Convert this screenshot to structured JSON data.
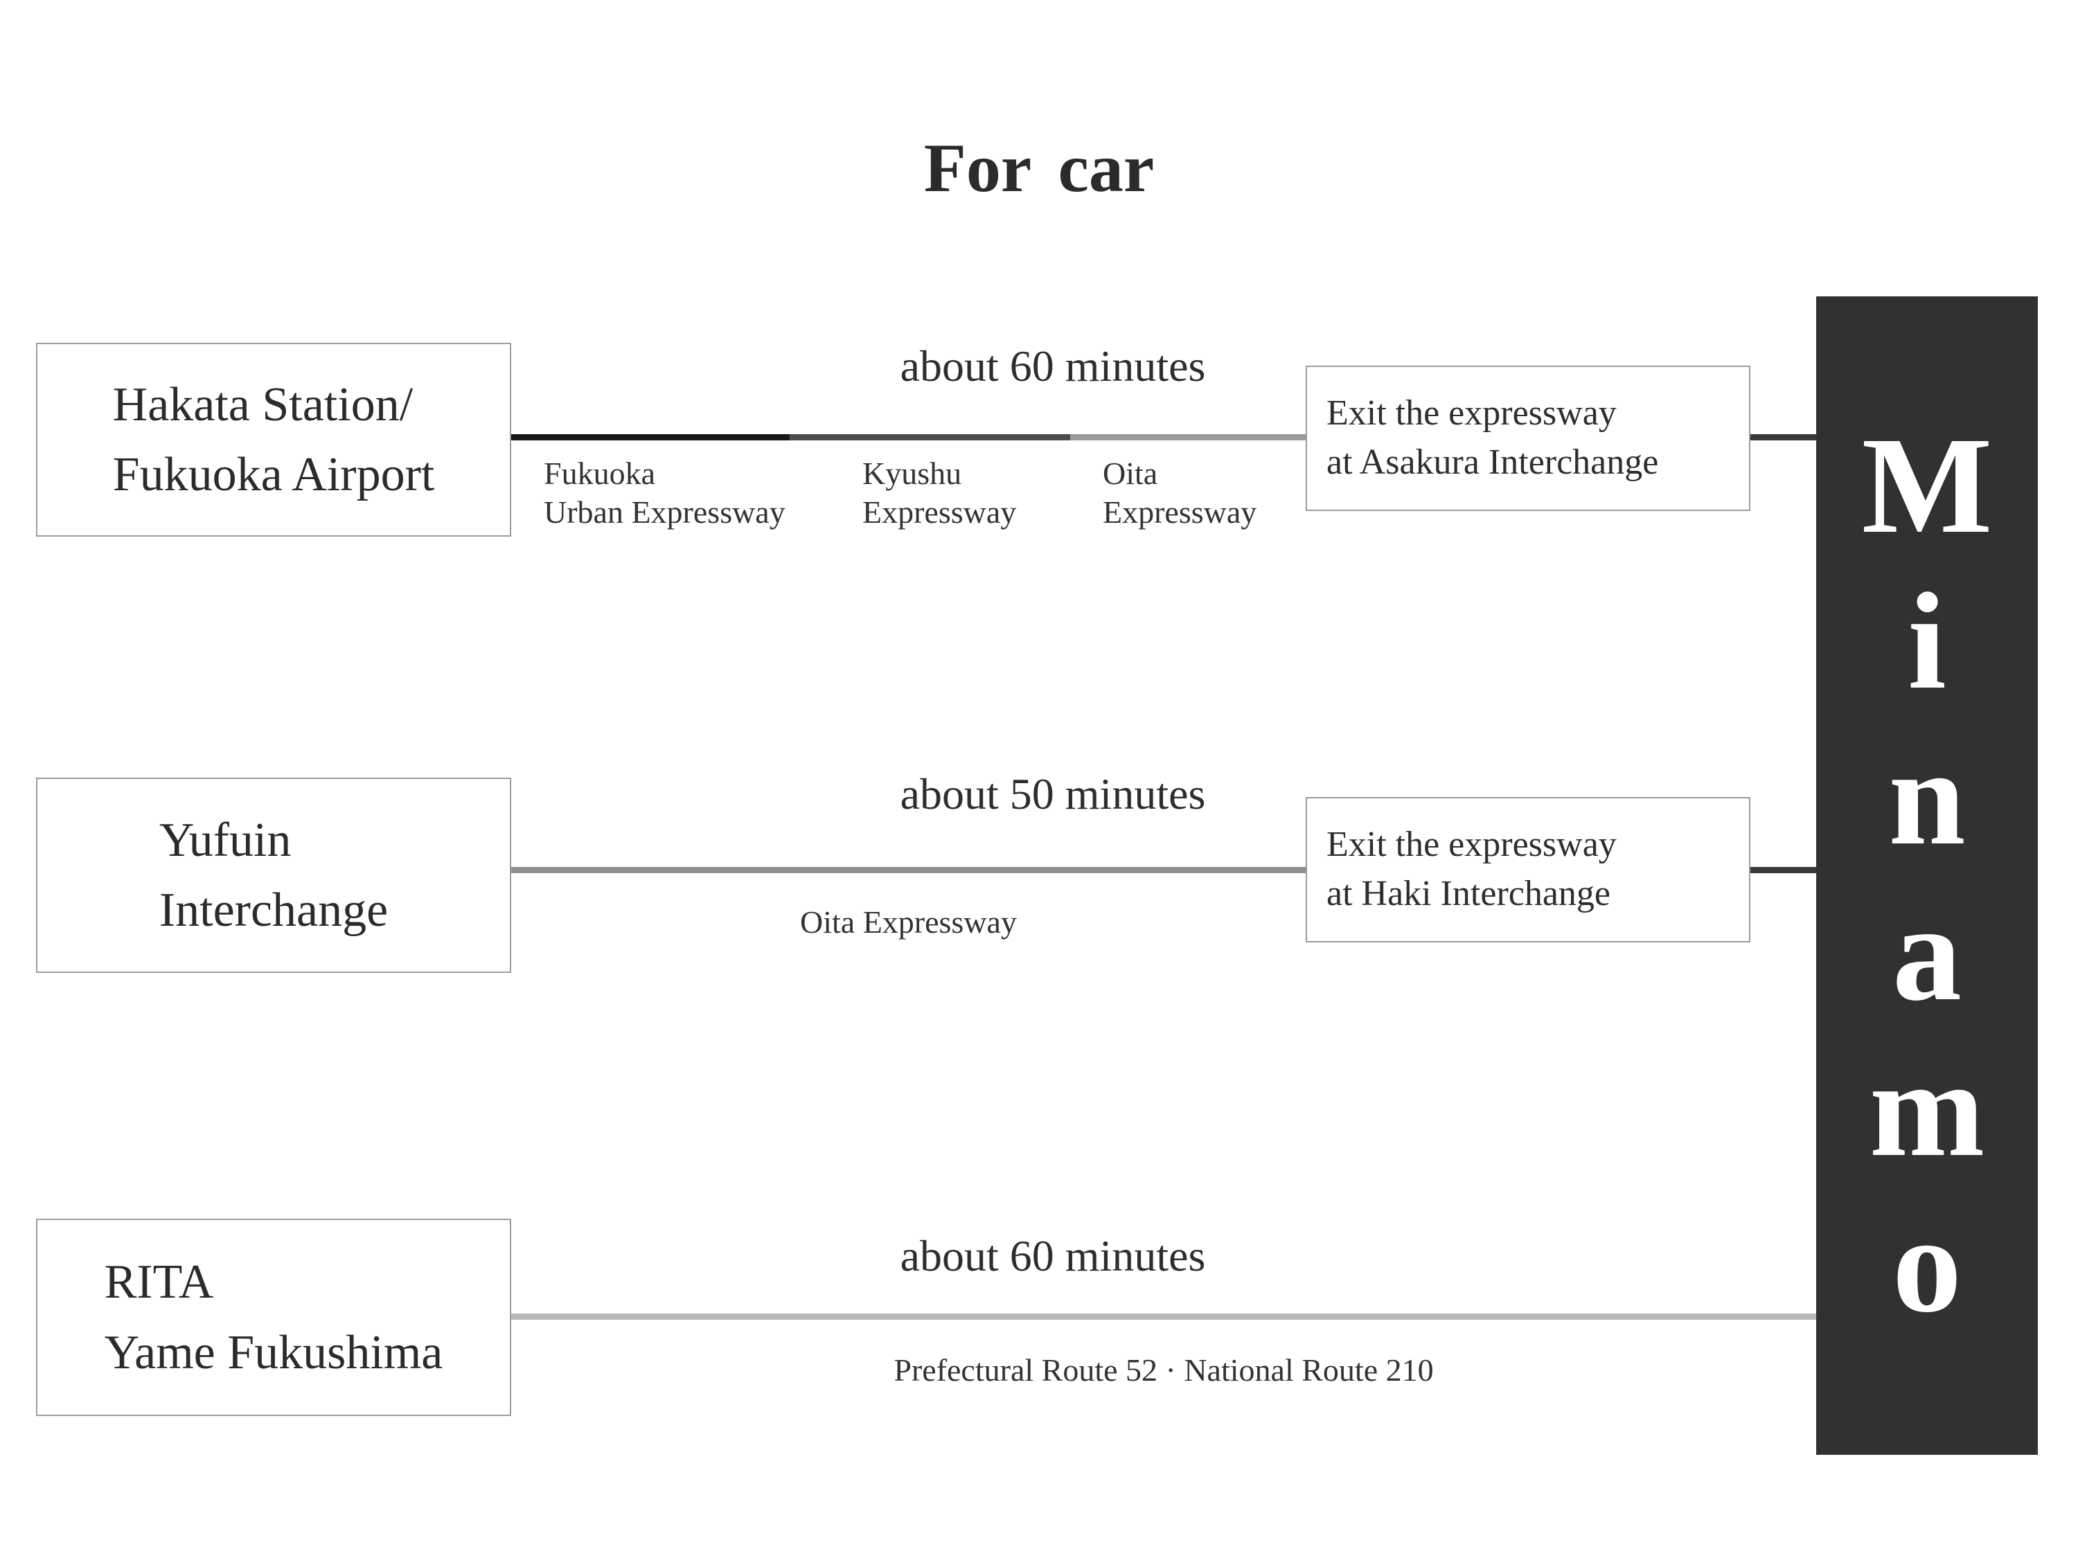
{
  "title": "For car",
  "destination": {
    "name": "Minamo",
    "letters": [
      "M",
      "i",
      "n",
      "a",
      "m",
      "o"
    ],
    "bar_color": "#313131",
    "letter_color": "#ffffff"
  },
  "routes": [
    {
      "origin_lines": [
        "Hakata Station/",
        "Fukuoka Airport"
      ],
      "duration": "about 60 minutes",
      "segments": [
        {
          "name_lines": [
            "Fukuoka",
            "Urban Expressway"
          ],
          "color": "#1a1a1a"
        },
        {
          "name_lines": [
            "Kyushu",
            "Expressway"
          ],
          "color": "#4d4d4d"
        },
        {
          "name_lines": [
            "Oita",
            "Expressway"
          ],
          "color": "#9a9a9a"
        }
      ],
      "exit_lines": [
        "Exit the expressway",
        "at Asakura Interchange"
      ]
    },
    {
      "origin_lines": [
        "Yufuin",
        "Interchange"
      ],
      "duration": "about 50 minutes",
      "road_label": "Oita Expressway",
      "line_color": "#8f8f8f",
      "exit_lines": [
        "Exit the expressway",
        "at Haki Interchange"
      ]
    },
    {
      "origin_lines": [
        "RITA",
        "Yame Fukushima"
      ],
      "duration": "about 60 minutes",
      "road_label": "Prefectural Route 52 · National Route 210",
      "line_color": "#b7b7b7"
    }
  ],
  "styles": {
    "connector_color": "#3a3a3a",
    "box_border_color": "#9c9c9c",
    "text_color": "#2e2e2e",
    "background": "#ffffff"
  }
}
